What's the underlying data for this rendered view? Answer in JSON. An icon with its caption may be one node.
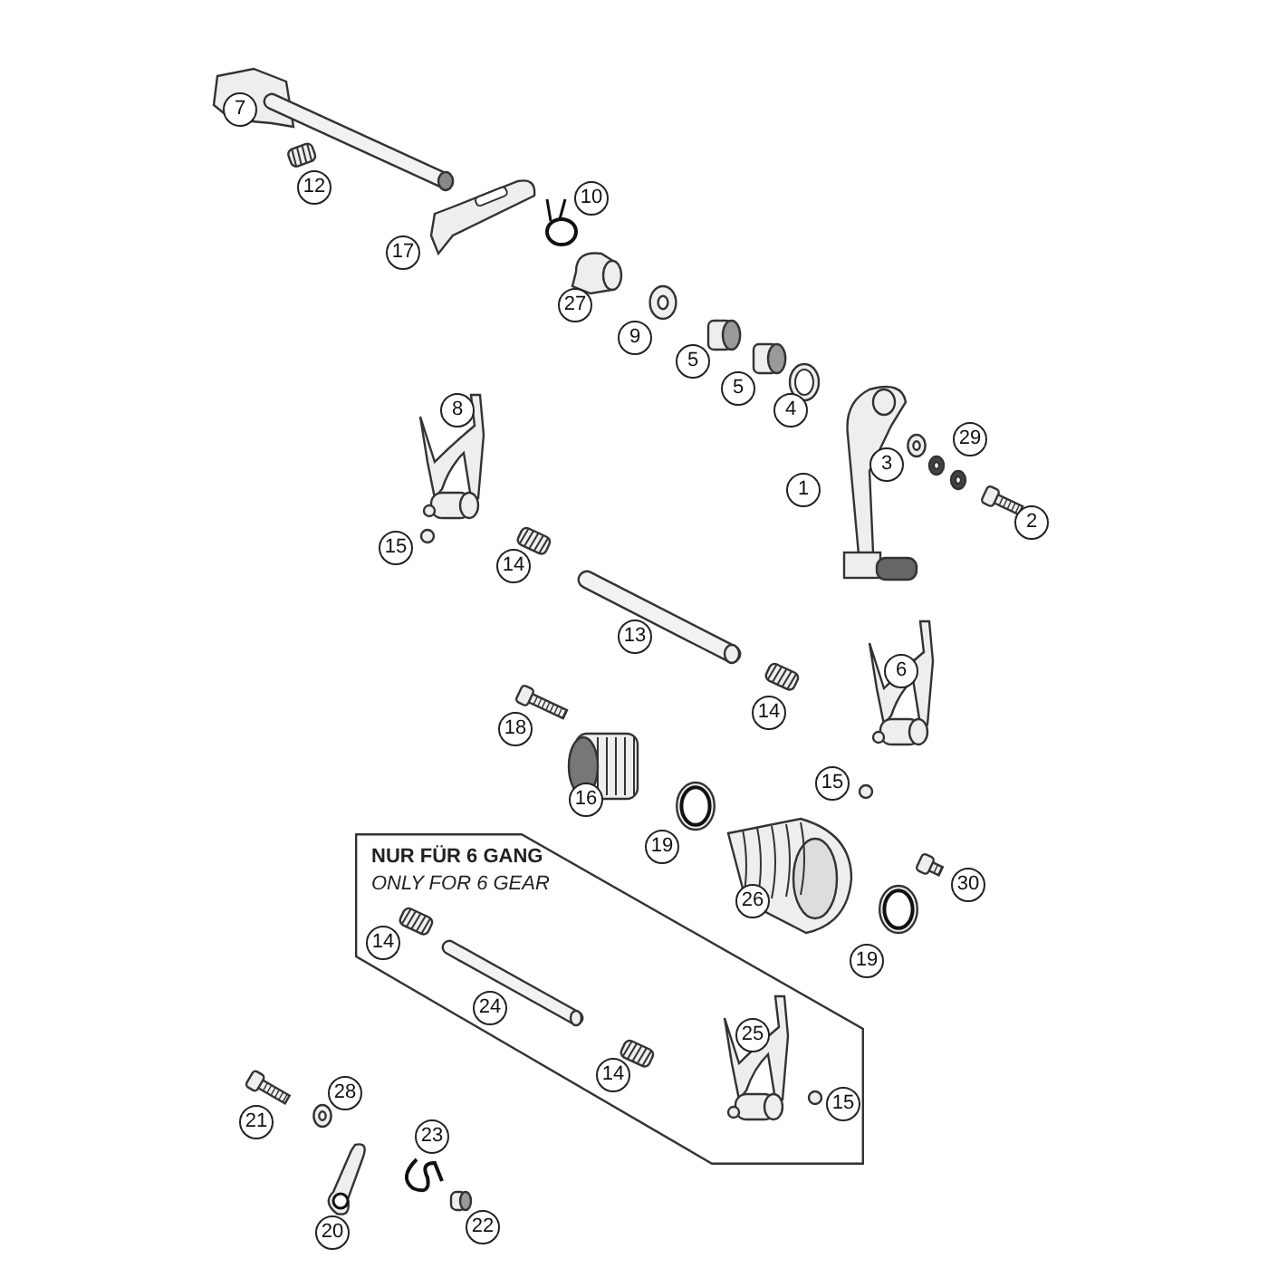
{
  "diagram": {
    "nodes": [
      {
        "text": [
          "NUR FÜR 6 GANG",
          "ONLY FOR 6 GEAR"
        ]
      }
    ],
    "edges": [],
    "labels": [
      "7",
      "12",
      "10",
      "17",
      "27",
      "9",
      "5",
      "5",
      "8",
      "4",
      "29",
      "3",
      "1",
      "2",
      "15",
      "14",
      "13",
      "6",
      "14",
      "18",
      "15",
      "16",
      "19",
      "30",
      "26",
      "14",
      "19",
      "24",
      "25",
      "14",
      "28",
      "15",
      "21",
      "23",
      "22",
      "20"
    ]
  }
}
